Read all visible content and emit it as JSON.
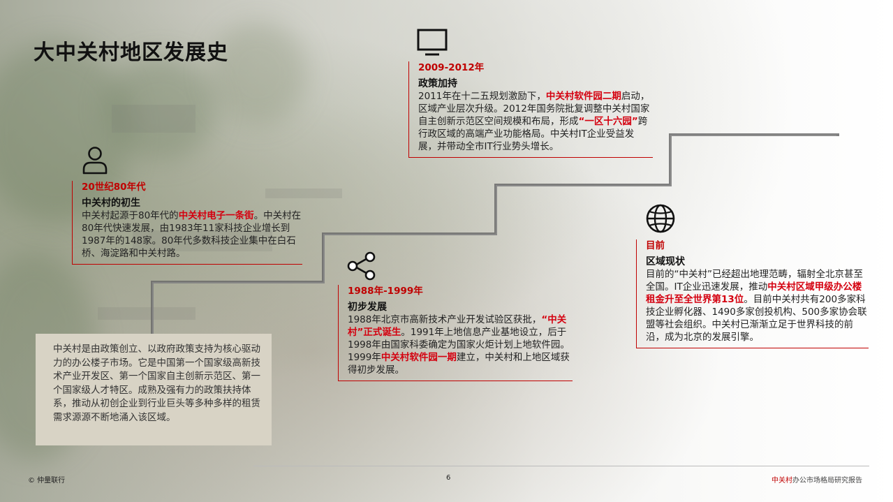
{
  "title": "大中关村地区发展史",
  "sections": [
    {
      "date": "20世纪80年代",
      "heading": "中关村的初生",
      "icon": "person-icon",
      "body": [
        {
          "t": "中关村起源于80年代的"
        },
        {
          "t": "中关村电子一条街",
          "hl": true
        },
        {
          "t": "。中关村在80年代快速发展，由1983年11家科技企业增长到1987年的148家。80年代多数科技企业集中在白石桥、海淀路和中关村路。"
        }
      ]
    },
    {
      "date": "1988年-1999年",
      "heading": "初步发展",
      "icon": "share-icon",
      "body": [
        {
          "t": "1988年北京市高新技术产业开发试验区获批，"
        },
        {
          "t": "“中关村”正式诞生",
          "hl": true
        },
        {
          "t": "。1991年上地信息产业基地设立，后于1998年由国家科委确定为国家火炬计划上地软件园。1999年"
        },
        {
          "t": "中关村软件园一期",
          "hl": true
        },
        {
          "t": "建立，中关村和上地区域获得初步发展。"
        }
      ]
    },
    {
      "date": "2009-2012年",
      "heading": "政策加持",
      "icon": "monitor-icon",
      "body": [
        {
          "t": "2011年在十二五规划激励下，"
        },
        {
          "t": "中关村软件园二期",
          "hl": true
        },
        {
          "t": "启动，区域产业层次升级。2012年国务院批复调整中关村国家自主创新示范区空间规模和布局，形成"
        },
        {
          "t": "“一区十六园”",
          "hl": true
        },
        {
          "t": "跨行政区域的高端产业功能格局。中关村IT企业受益发展，并带动全市IT行业势头增长。"
        }
      ]
    },
    {
      "date": "目前",
      "heading": "区域现状",
      "icon": "globe-icon",
      "body": [
        {
          "t": "目前的“中关村”已经超出地理范畴，辐射全北京甚至全国。IT企业迅速发展，推动"
        },
        {
          "t": "中关村区域甲级办公楼租金升至全世界第13位",
          "hl": true
        },
        {
          "t": "。目前中关村共有200多家科技企业孵化器、1490多家创投机构、500多家协会联盟等社会组织。中关村已渐渐立足于世界科技的前沿，成为北京的发展引擎。"
        }
      ]
    }
  ],
  "summary": "中关村是由政策创立、以政府政策支持为核心驱动力的办公楼子市场。它是中国第一个国家级高新技术产业开发区、第一个国家自主创新示范区、第一个国家级人才特区。成熟及强有力的政策扶持体系，推动从初创企业到行业巨头等多种多样的租赁需求源源不断地涌入该区域。",
  "footer": {
    "left": "© 仲量联行",
    "page": "6",
    "right_brand": "中关村",
    "right_rest": "办公市场格局研究报告"
  },
  "colors": {
    "accent": "#c00000",
    "highlight": "#d4000f",
    "summary_bg": "#d8d3c5"
  }
}
